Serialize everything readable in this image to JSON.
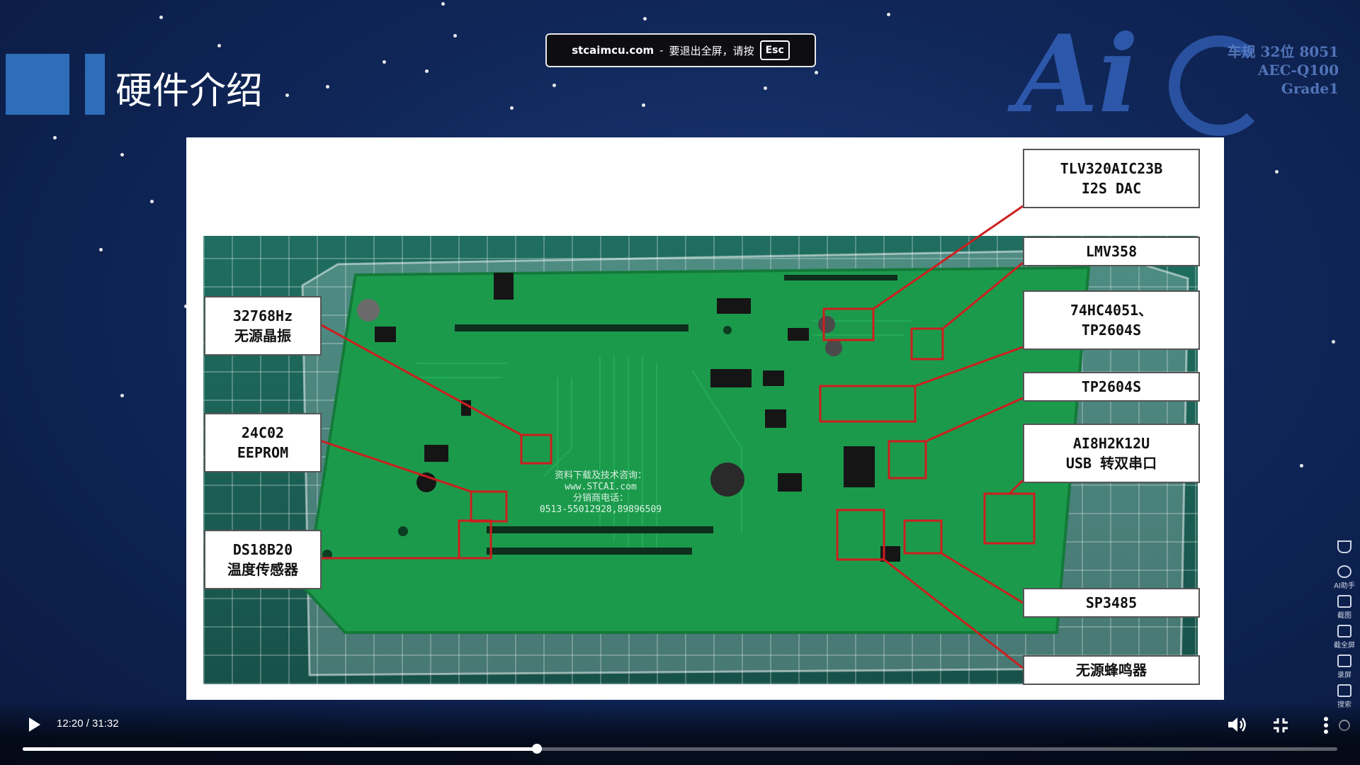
{
  "slide_title": "硬件介绍",
  "fullscreen_toast": {
    "host": "stcaimcu.com",
    "separator": "-",
    "message": "要退出全屏，请按",
    "key": "Esc"
  },
  "logo": {
    "brand": "Ai",
    "line1": "车规 32位 8051",
    "line2": "AEC-Q100 Grade1"
  },
  "labels": {
    "tlv": [
      "TLV320AIC23B",
      "I2S DAC"
    ],
    "lmv": [
      "LMV358"
    ],
    "hc4051": [
      "74HC4051、",
      "TP2604S"
    ],
    "tp2604": [
      "TP2604S"
    ],
    "ai8h": [
      "AI8H2K12U",
      "USB 转双串口"
    ],
    "sp3485": [
      "SP3485"
    ],
    "buzzer": [
      "无源蜂鸣器"
    ],
    "crystal": [
      "32768Hz",
      "无源晶振"
    ],
    "eeprom": [
      "24C02",
      "EEPROM"
    ],
    "ds18b20": [
      "DS18B20",
      "温度传感器"
    ]
  },
  "pcb_text": {
    "line1": "资料下载及技术咨询：",
    "line2": "www.STCAI.com",
    "line3": "分销商电话：",
    "line4": "0513-55012928,89896509"
  },
  "player": {
    "time": "12:20 / 31:32",
    "progress": 0.391
  },
  "side_tools": [
    "AI助手",
    "截图",
    "截全屏",
    "录屏",
    "搜索"
  ],
  "colors": {
    "accent": "#2e6db8",
    "callout": "#cc1f1f",
    "pcb": "#1c9a4c"
  }
}
